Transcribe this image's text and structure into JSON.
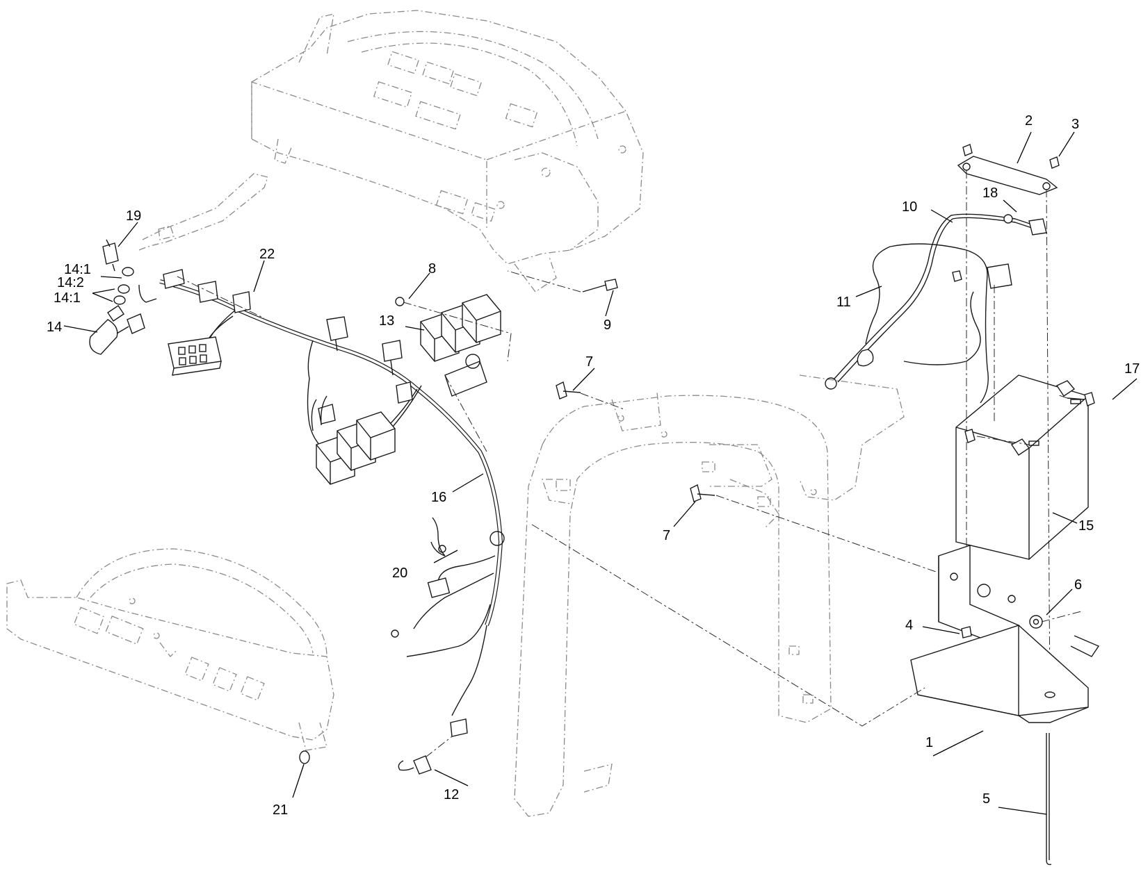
{
  "callouts": {
    "c1": "1",
    "c2": "2",
    "c3": "3",
    "c4": "4",
    "c5": "5",
    "c6": "6",
    "c7a": "7",
    "c7b": "7",
    "c8": "8",
    "c9": "9",
    "c10": "10",
    "c11": "11",
    "c12": "12",
    "c13": "13",
    "c14": "14",
    "c14_1a": "14:1",
    "c14_2": "14:2",
    "c14_1b": "14:1",
    "c15": "15",
    "c16": "16",
    "c17": "17",
    "c18": "18",
    "c19": "19",
    "c20": "20",
    "c21": "21",
    "c22": "22"
  }
}
